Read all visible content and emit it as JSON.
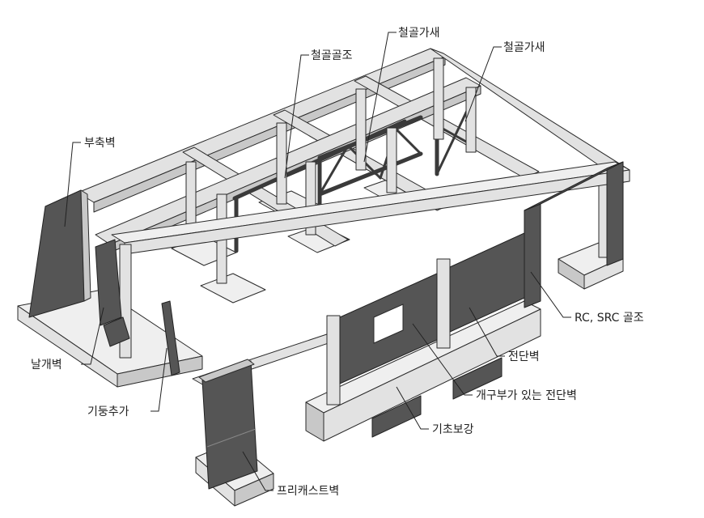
{
  "labels": {
    "steel_frame": "철골골조",
    "steel_brace_1": "철골가새",
    "steel_brace_2": "철골가새",
    "buttress_wall": "부축벽",
    "wing_wall": "날개벽",
    "column_addition": "기둥추가",
    "rc_src_frame": "RC, SRC 골조",
    "shear_wall": "전단벽",
    "shear_wall_with_opening": "개구부가 있는 전단벽",
    "foundation_reinforcement": "기초보강",
    "precast_wall": "프리캐스트벽"
  },
  "colors": {
    "concrete": "#e2e2e2",
    "concrete_side": "#c8c8c8",
    "wall_dark": "#555555",
    "steel": "#3a3a3a",
    "line": "#222222"
  }
}
